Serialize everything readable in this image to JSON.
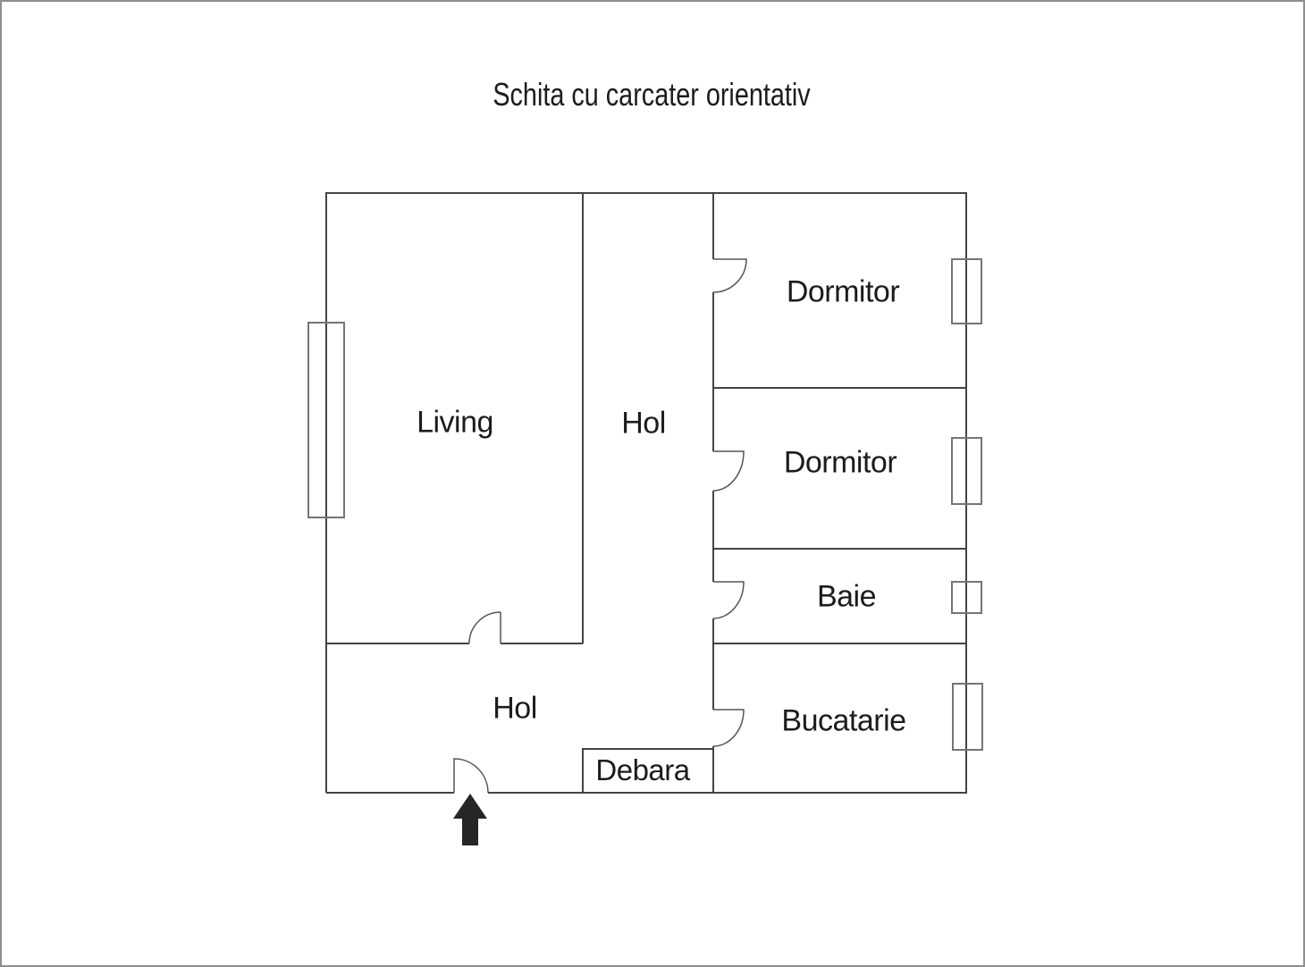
{
  "title": "Schita cu carcater orientativ",
  "rooms": {
    "living": {
      "label": "Living"
    },
    "hol_upper": {
      "label": "Hol"
    },
    "hol_lower": {
      "label": "Hol"
    },
    "dormitor_top": {
      "label": "Dormitor"
    },
    "dormitor_middle": {
      "label": "Dormitor"
    },
    "baie": {
      "label": "Baie"
    },
    "bucatarie": {
      "label": "Bucatarie"
    },
    "debara": {
      "label": "Debara"
    }
  },
  "colors": {
    "wall": "#444444",
    "door": "#555555",
    "window": "#757575",
    "text": "#1c1c1c",
    "arrow": "#262626",
    "frame": "#8f8f8f",
    "bg": "#ffffff"
  }
}
